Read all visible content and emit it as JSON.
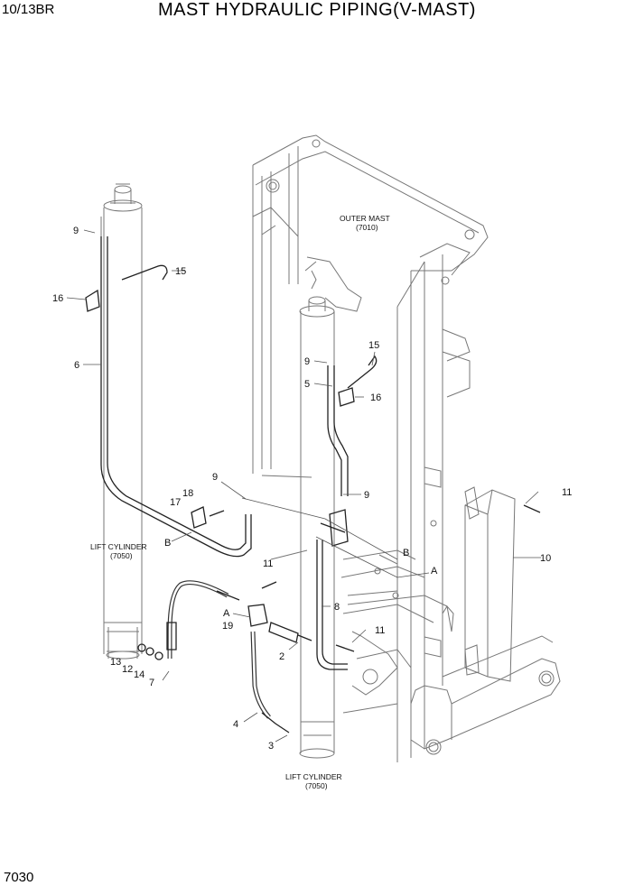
{
  "header": {
    "model": "10/13BR",
    "title": "MAST HYDRAULIC PIPING(V-MAST)"
  },
  "footer": {
    "page_number": "7030"
  },
  "diagram": {
    "components": {
      "outer_mast": "OUTER MAST",
      "outer_mast_code": "(7010)",
      "lift_cylinder_left": "LIFT CYLINDER",
      "lift_cylinder_left_code": "(7050)",
      "lift_cylinder_bottom": "LIFT CYLINDER",
      "lift_cylinder_bottom_code": "(7050)"
    },
    "callouts": {
      "p9a": "9",
      "p15a": "15",
      "p16a": "16",
      "p6": "6",
      "p9b": "9",
      "p15b": "15",
      "p5": "5",
      "p16b": "16",
      "p9c": "9",
      "p17": "17",
      "p18": "18",
      "pBa": "B",
      "p9d": "9",
      "p11a": "11",
      "p10": "10",
      "pBb": "B",
      "pAa": "A",
      "p11b": "11",
      "pAb": "A",
      "p19": "19",
      "p8": "8",
      "p11c": "11",
      "p2": "2",
      "p13": "13",
      "p12": "12",
      "p14": "14",
      "p7": "7",
      "p4": "4",
      "p3": "3"
    }
  }
}
